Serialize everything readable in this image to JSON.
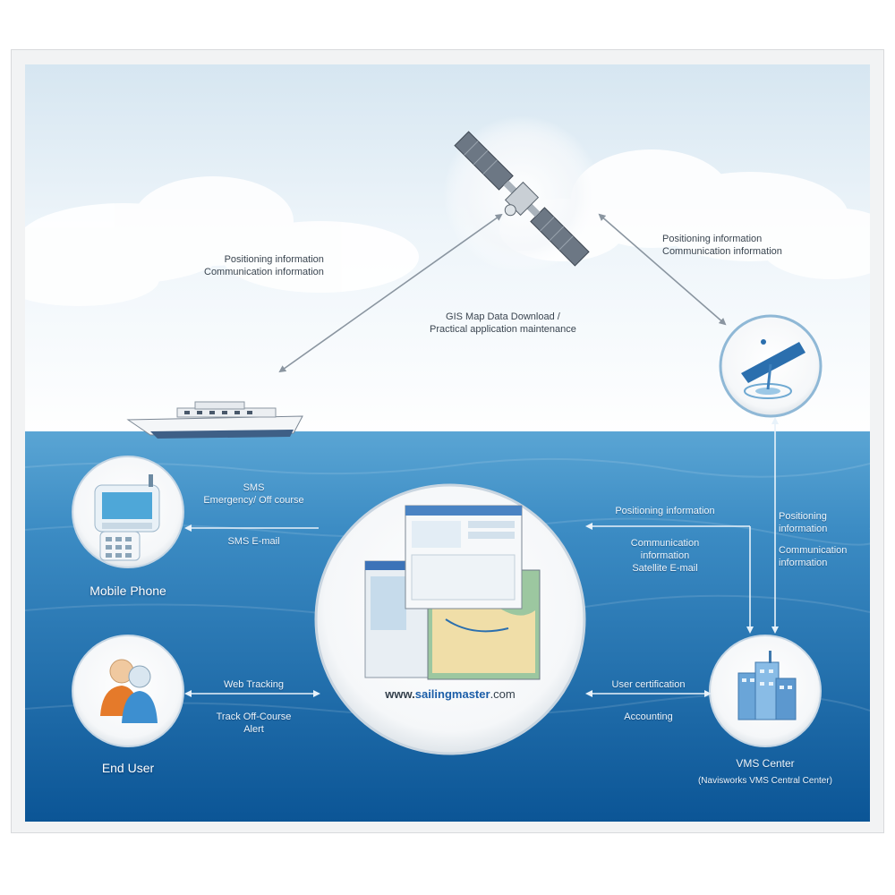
{
  "satellite_links": {
    "ship_line1": "Positioning information",
    "ship_line2": "Communication information",
    "gis_line1": "GIS Map Data Download /",
    "gis_line2": "Practical application maintenance",
    "ground_line1": "Positioning information",
    "ground_line2": "Communication information"
  },
  "mobile": {
    "title": "Mobile Phone",
    "top_line1": "SMS",
    "top_line2": "Emergency/ Off course",
    "bottom": "SMS E-mail"
  },
  "end_user": {
    "title": "End User",
    "top": "Web Tracking",
    "bottom_line1": "Track Off-Course",
    "bottom_line2": "Alert"
  },
  "center": {
    "url_prefix": "www.",
    "url_brand": "sailingmaster",
    "url_suffix": ".com"
  },
  "vms_links": {
    "top": "Positioning information",
    "mid_line1": "Communication",
    "mid_line2": "information",
    "mid_line3": "Satellite E-mail",
    "user_cert": "User certification",
    "accounting": "Accounting"
  },
  "ground_vms": {
    "line1": "Positioning",
    "line2": "information",
    "line3": "Communication",
    "line4": "information"
  },
  "vms_center": {
    "title": "VMS Center",
    "subtitle": "(Navisworks VMS Central Center)"
  },
  "colors": {
    "sky_top": "#dbe8f2",
    "sea_top": "#4a96c8",
    "sea_bottom": "#0e5a9c",
    "arrow": "#8a95a0"
  }
}
